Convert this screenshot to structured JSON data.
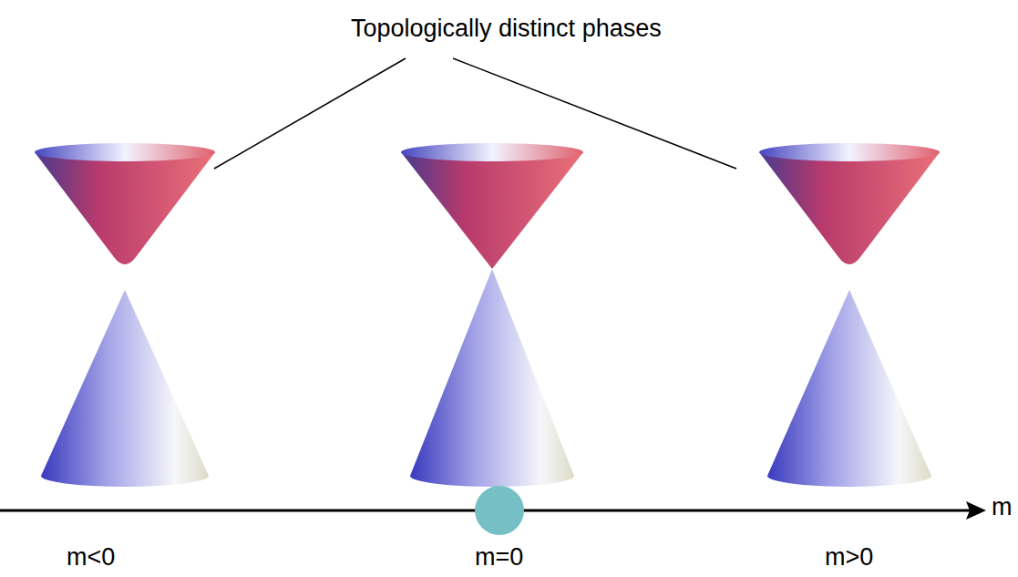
{
  "diagram": {
    "title": "Topologically distinct phases",
    "labels": [
      "m",
      "m<0",
      "m=0",
      "m>0"
    ]
  }
}
